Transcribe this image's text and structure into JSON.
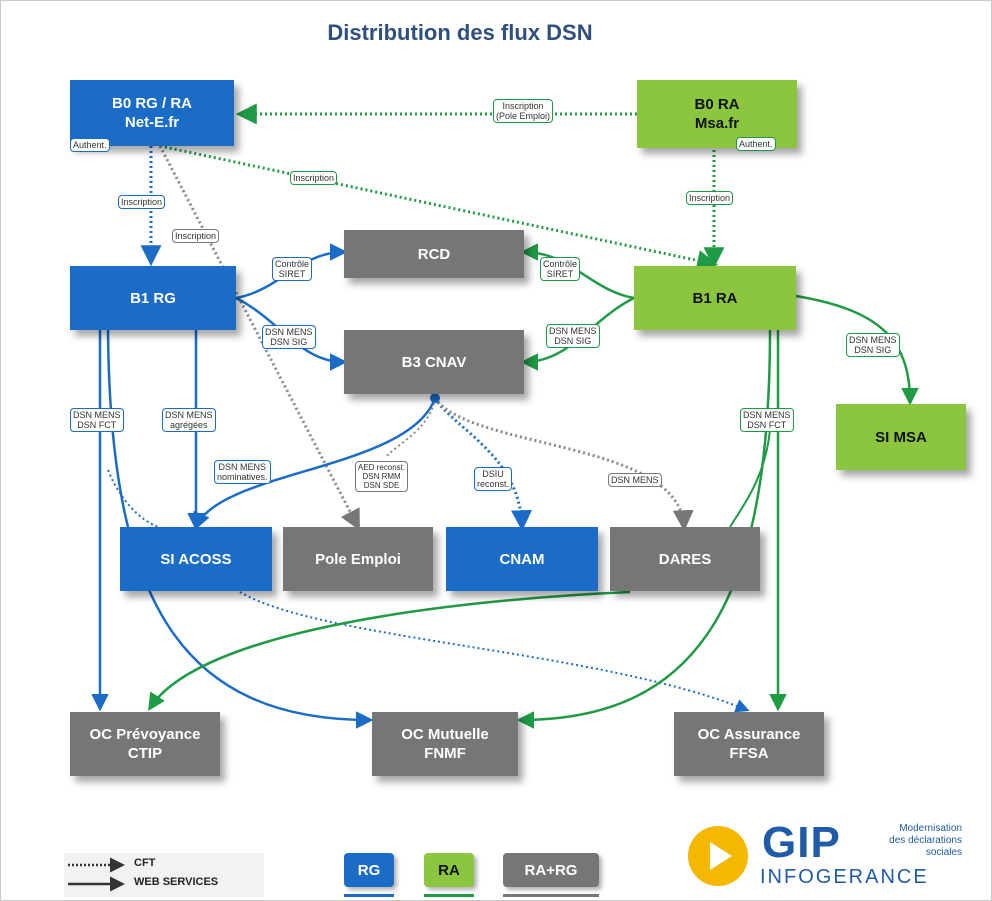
{
  "title": "Distribution des flux DSN",
  "colors": {
    "rg_blue": "#1a6cc7",
    "ra_green": "#8cc63f",
    "rag_gray": "#767676",
    "title": "#2f4f7f"
  },
  "nodes": {
    "b0rg": {
      "line1": "B0 RG / RA",
      "line2": "Net-E.fr"
    },
    "b0ra": {
      "line1": "B0 RA",
      "line2": "Msa.fr"
    },
    "rcd": {
      "line1": "RCD"
    },
    "b1rg": {
      "line1": "B1 RG"
    },
    "b1ra": {
      "line1": "B1 RA"
    },
    "b3cnav": {
      "line1": "B3 CNAV"
    },
    "simsa": {
      "line1": "SI MSA"
    },
    "siacoss": {
      "line1": "SI ACOSS"
    },
    "pole": {
      "line1": "Pole Emploi"
    },
    "cnam": {
      "line1": "CNAM"
    },
    "dares": {
      "line1": "DARES"
    },
    "ctip": {
      "line1": "OC Prévoyance",
      "line2": "CTIP"
    },
    "fnmf": {
      "line1": "OC Mutuelle",
      "line2": "FNMF"
    },
    "ffsa": {
      "line1": "OC Assurance",
      "line2": "FFSA"
    }
  },
  "labels": {
    "authent_rg": "Authent.",
    "authent_ra": "Authent.",
    "insc_pole_1": "Inscription",
    "insc_pole_2": "(Pole Emploi)",
    "insc_diag": "Inscription",
    "insc_rg": "Inscription",
    "insc_gray": "Inscription",
    "insc_ra": "Inscription",
    "ctrl_left_1": "Contrôle",
    "ctrl_left_2": "SIRET",
    "ctrl_right_1": "Contrôle",
    "ctrl_right_2": "SIRET",
    "dsn_rg_b3_1": "DSN MENS",
    "dsn_rg_b3_2": "DSN SIG",
    "dsn_ra_b3_1": "DSN MENS",
    "dsn_ra_b3_2": "DSN SIG",
    "dsn_ra_msa_1": "DSN MENS",
    "dsn_ra_msa_2": "DSN SIG",
    "dsn_rg_fct_1": "DSN MENS",
    "dsn_rg_fct_2": "DSN FCT",
    "dsn_rg_agr_1": "DSN MENS",
    "dsn_rg_agr_2": "agrégées",
    "dsn_ra_fct_1": "DSN MENS",
    "dsn_ra_fct_2": "DSN FCT",
    "dsn_nom_1": "DSN MENS",
    "dsn_nom_2": "nominatives.",
    "aed_1": "AED  reconst.",
    "aed_2": "DSN  RMM",
    "aed_3": "DSN  SDE",
    "dsiu_1": "DSIU",
    "dsiu_2": "reconst.",
    "dsn_mens_dares": "DSN MENS"
  },
  "legend": {
    "cft": "CFT",
    "ws": "WEB SERVICES",
    "rg": "RG",
    "ra": "RA",
    "rarg": "RA+RG"
  },
  "logo": {
    "letters": "GIP",
    "sub": "INFOGERANCE",
    "tag_1": "Modernisation",
    "tag_2": "des déclarations",
    "tag_3": "sociales"
  }
}
